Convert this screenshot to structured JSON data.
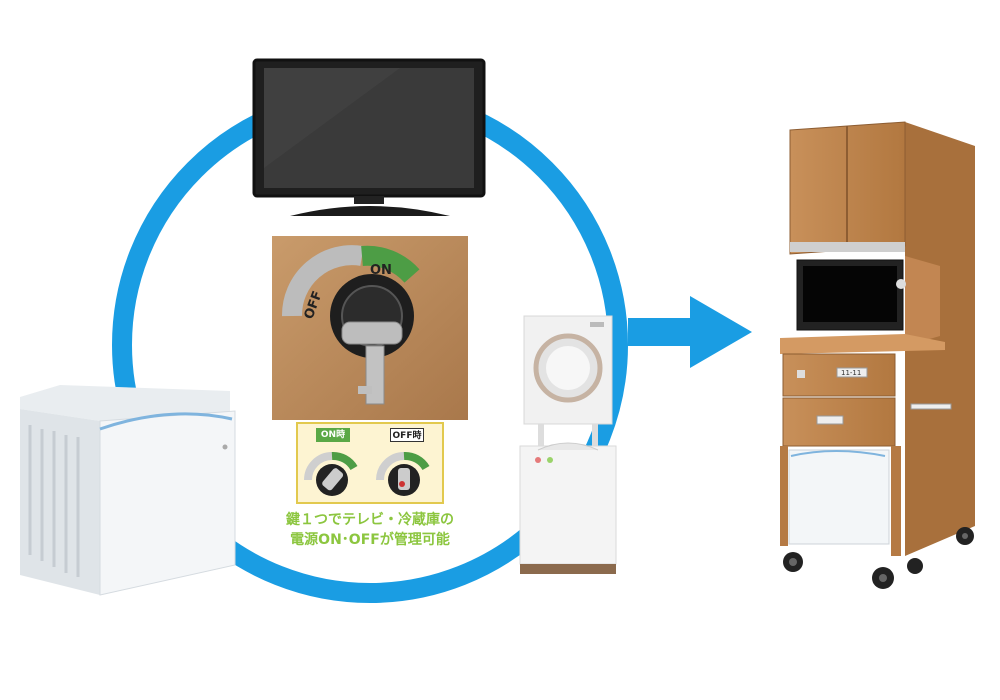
{
  "key_switch": {
    "on_label": "ON",
    "off_label": "OFF",
    "on_state_label": "ON時",
    "off_state_label": "OFF時",
    "small_on": "ON",
    "small_off": "OFF"
  },
  "caption": {
    "line1": "鍵１つでテレビ・冷蔵庫の",
    "line2": "電源ON･OFFが管理可能"
  },
  "cabinet": {
    "drawer_label": "11-11"
  },
  "colors": {
    "ring": "#1a9de3",
    "caption": "#8cc63f",
    "on_green": "#5aa846",
    "wood": "#c48a52"
  }
}
